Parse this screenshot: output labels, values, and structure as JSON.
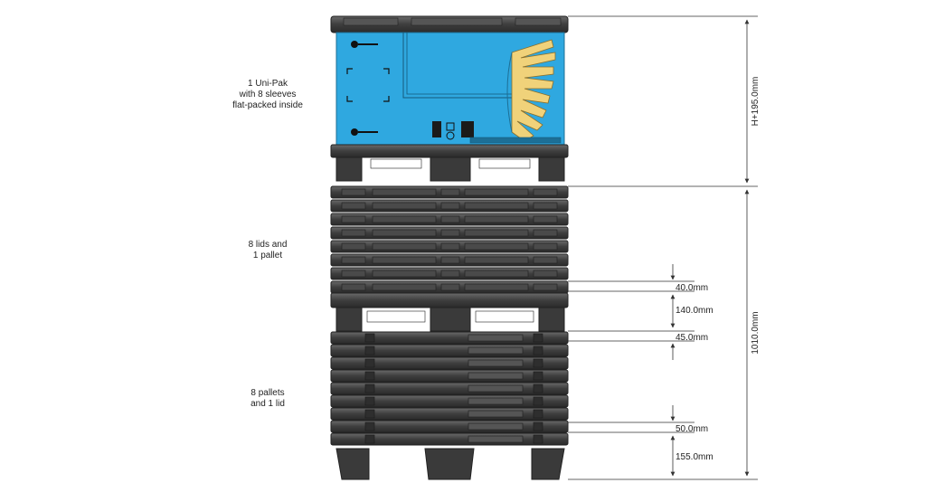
{
  "labels": {
    "unipak": [
      "1 Uni-Pak",
      "with 8 sleeves",
      "flat-packed inside"
    ],
    "lids": [
      "8 lids and",
      "1 pallet"
    ],
    "pallets": [
      "8 pallets",
      "and 1 lid"
    ]
  },
  "dimensions": {
    "top_height": "H+195.0mm",
    "total_height": "1010.0mm",
    "lid_thickness": "40.0mm",
    "pallet_height": "140.0mm",
    "lid_step": "45.0mm",
    "pallet_step": "50.0mm",
    "base_height": "155.0mm"
  },
  "colors": {
    "box_blue": "#2fa8e0",
    "plastic_dark": "#3b3b3b",
    "plastic_mid": "#5a5a5a",
    "sleeve_yellow": "#f0d27a",
    "dim_line": "#333333"
  }
}
